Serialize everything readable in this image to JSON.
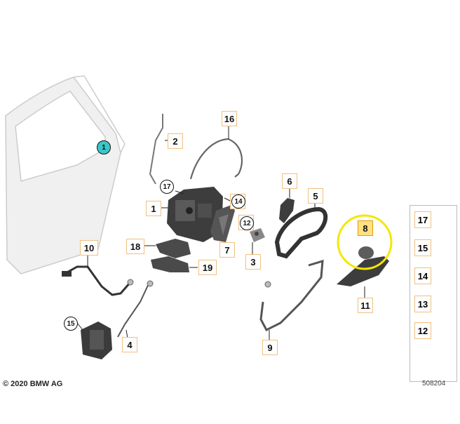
{
  "copyright": "© 2020 BMW AG",
  "diagram_number": "508204",
  "callouts_square": [
    "2",
    "16",
    "1",
    "6",
    "5",
    "14",
    "12",
    "18",
    "10",
    "7",
    "3",
    "19",
    "8",
    "11",
    "9",
    "4"
  ],
  "callouts_circle": [
    "1",
    "17",
    "14",
    "12",
    "15"
  ],
  "side_panel": [
    "17",
    "15",
    "14",
    "13",
    "12"
  ],
  "highlight": "8",
  "colors": {
    "highlight_ring": "#f5e600",
    "callout_border": "#f0c080",
    "highlight_fill": "#ffe082",
    "teal": "#3cc7c7"
  }
}
